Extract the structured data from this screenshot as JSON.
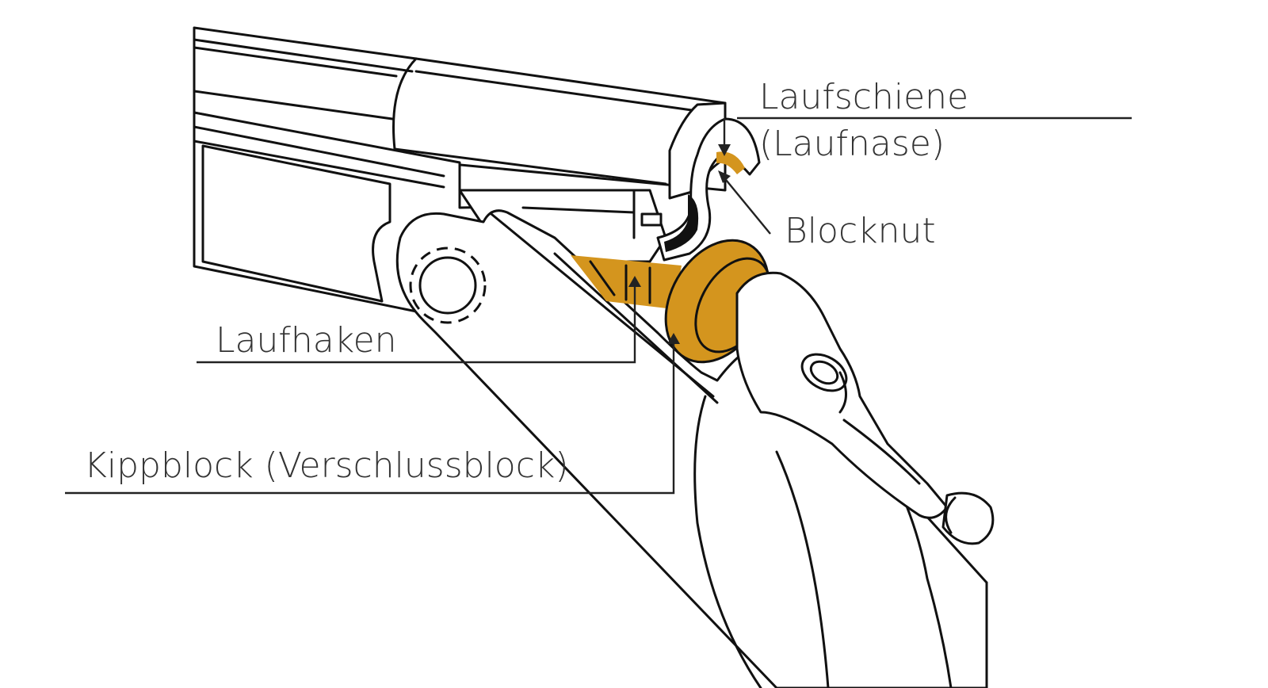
{
  "labels": {
    "laufschiene": "Laufschiene",
    "laufnase": "(Laufnase)",
    "blocknut": "Blocknut",
    "laufhaken": "Laufhaken",
    "kippblock": "Kippblock (Verschlussblock)"
  },
  "colors": {
    "highlight": "#d4951e",
    "outline": "#111111",
    "label_text": "#333333",
    "background": "#ffffff"
  }
}
